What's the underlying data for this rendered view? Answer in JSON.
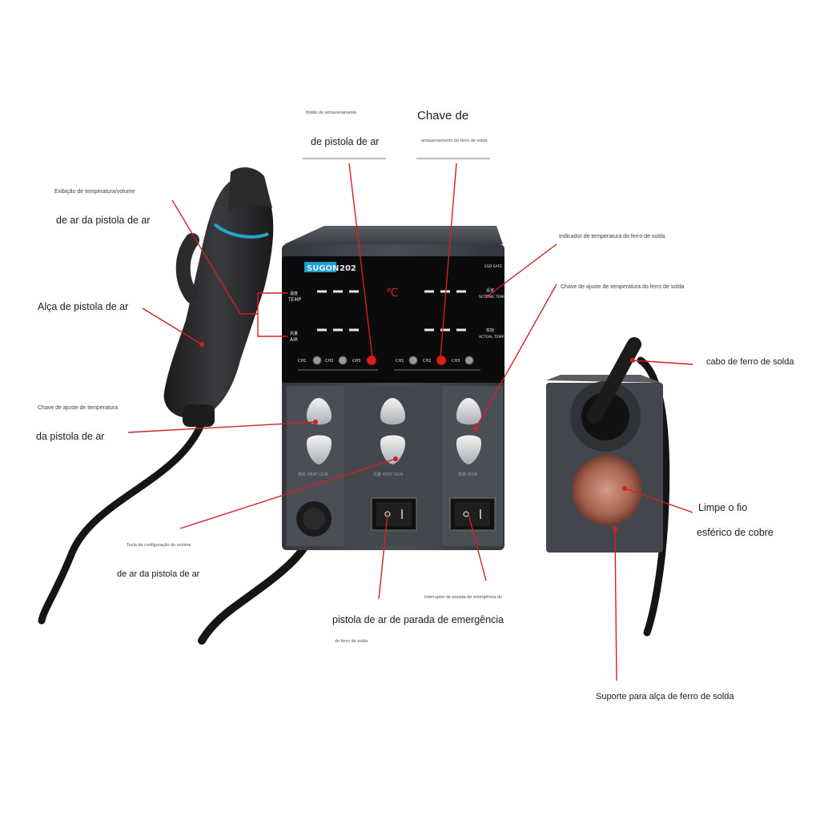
{
  "brand": {
    "name": "SUGON",
    "model": "202"
  },
  "display": {
    "temp_label": "TEMP",
    "temp_label_cn": "温度",
    "air_label": "AIR",
    "air_label_cn": "风量",
    "unit": "℃",
    "setting_label_cn": "设定",
    "setting_label": "SETTING TEMP",
    "actual_label_cn": "实际",
    "actual_label": "ACTUAL TEMP",
    "esd": "ESD SAFE",
    "channels_left": [
      "CH1",
      "CH2",
      "CH3"
    ],
    "channels_right": [
      "CH1",
      "CH2",
      "CH3"
    ]
  },
  "panel": {
    "heat_gun_temp": "热风 HEAT GUN",
    "heat_gun_air": "风量 HEAT GUN",
    "iron": "烙铁 IRON"
  },
  "labels": {
    "storage_gun_small": "Botão de armazenamento",
    "storage_gun": "de pistola de ar",
    "storage_iron_title": "Chave de",
    "storage_iron_small": "armazenamento do ferro de solda",
    "display_small": "Exibição de temperatura/volume",
    "display": "de ar da pistola de ar",
    "handle": "Alça de pistola de ar",
    "temp_key_small": "Chave de ajuste de temperatura",
    "temp_key": "da pistola de ar",
    "iron_temp_indicator": "Indicador de temperatura do ferro de solda",
    "iron_temp_key": "Chave de ajuste de temperatura do ferro de solda",
    "iron_cable": "cabo de ferro de solda",
    "clean1": "Limpe o fio",
    "clean2": "esférico de cobre",
    "air_key_small": "Tecla de configuração do volume",
    "air_key": "de ar da pistola de ar",
    "iron_switch_small": "Interruptor de parada de emergência do",
    "gun_switch": "pistola de ar de parada de emergência",
    "gun_switch_small": "do ferro de solda",
    "holder": "Suporte para alça de ferro de solda"
  },
  "colors": {
    "leader": "#d42020",
    "body": "#3e4248",
    "screen": "#0b0b0d",
    "accent": "#22a7c8",
    "sponge": "#b8735e"
  }
}
